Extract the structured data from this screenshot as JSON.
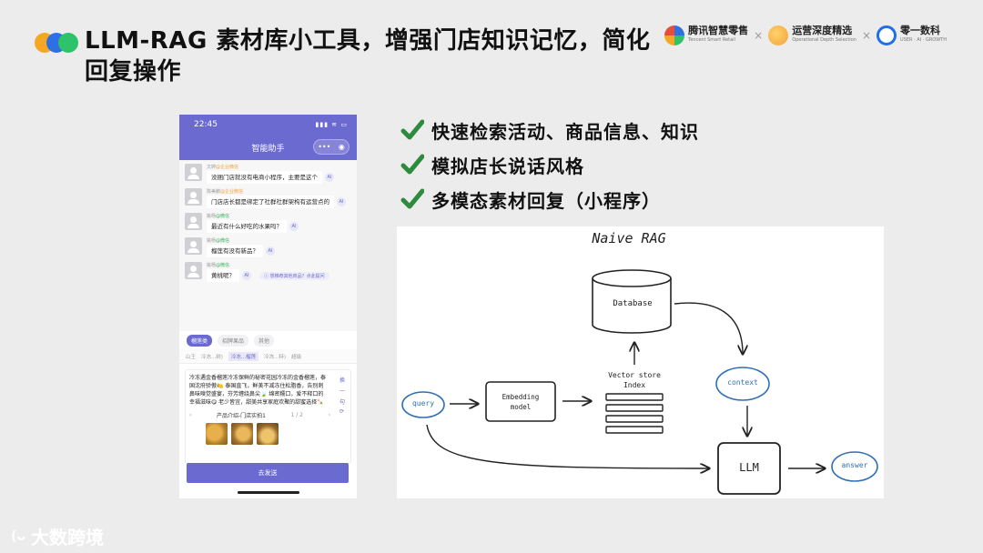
{
  "header": {
    "title": "LLM-RAG 素材库小工具，增强门店知识记忆，简化回复操作",
    "logos": [
      {
        "name": "腾讯智慧零售",
        "sub": "Tencent Smart Retail"
      },
      {
        "name": "运营深度精选",
        "sub": "Operational Depth Selection"
      },
      {
        "name": "零一数科",
        "sub": "USER · AI · GROWTH"
      }
    ],
    "separator": "×"
  },
  "phone": {
    "time": "22:45",
    "status_icons": "▮▮▮ ≋ ▭",
    "title": "智能助手",
    "capsule": {
      "more": "•••",
      "close": "◉"
    },
    "messages": [
      {
        "sender": "文婷",
        "tag": "@企业微信",
        "tag_kind": "corp",
        "text": "没捆门店就没有电商小程序，主要是这个"
      },
      {
        "sender": "陈美鹏",
        "tag": "@企业微信",
        "tag_kind": "corp",
        "text": "门店店长都是绑定了社群社群架构有运营点的"
      },
      {
        "sender": "姚杨",
        "tag": "@微信",
        "tag_kind": "wx",
        "text": "最近有什么好吃的水果吗？"
      },
      {
        "sender": "姚杨",
        "tag": "@微信",
        "tag_kind": "wx",
        "text": "榴莲有没有新品？"
      },
      {
        "sender": "姚杨",
        "tag": "@微信",
        "tag_kind": "wx",
        "text": "黄桃呢？"
      }
    ],
    "ai_icon": "AI",
    "hint": "ⓘ 想推荐其他商品？点此提问",
    "tabs": [
      "榴莲类",
      "招牌果品",
      "其他"
    ],
    "subtabs": [
      "山王",
      "冷冻...树)",
      "冷冻...榴莲",
      "冷冻...特)",
      "超级"
    ],
    "draft_text": "冷冻遇金香榴莲冷冻保鲜的秘密花园冷冻的金香榴莲，泰国沈府骄傲🍋 泰国直飞，鲜美不减冻住松脂香，告别刺鼻味嗅觉盛宴，芬芳缠绕鼻尖🍃 绵密糯口，爱不释口的幸福滋味😋 老少皆宜，甜美共享家庭欢聚的甜蜜选择🍡",
    "side_actions": [
      "换",
      "一",
      "句",
      "⟳"
    ],
    "card_title": "产品介绍-门店实拍1",
    "card_page": "1 / 2",
    "send_label": "去发送"
  },
  "bullets": [
    "快速检索活动、商品信息、知识",
    "模拟店长说话风格",
    "多模态素材回复（小程序）"
  ],
  "diagram": {
    "title": "Naive RAG",
    "database": "Database",
    "vector_store": "Vector store\nIndex",
    "embedding": "Embedding\nmodel",
    "query": "query",
    "context": "context",
    "llm": "LLM",
    "answer": "answer"
  },
  "footer": {
    "brand": "大数跨境",
    "mark": "(ᴗ"
  },
  "colors": {
    "accent": "#6b6ad0",
    "check": "#2e8b3e",
    "ellipse": "#2f6fb8"
  }
}
